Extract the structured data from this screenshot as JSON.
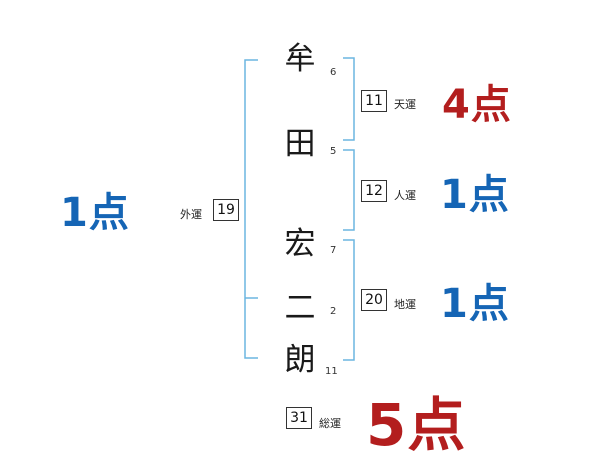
{
  "name_chars": [
    {
      "char": "牟",
      "strokes": "6"
    },
    {
      "char": "田",
      "strokes": "5"
    },
    {
      "char": "宏",
      "strokes": "7"
    },
    {
      "char": "二",
      "strokes": "2"
    },
    {
      "char": "朗",
      "strokes": "11"
    }
  ],
  "fortunes": {
    "ten": {
      "value": "11",
      "label": "天運",
      "score": "4点",
      "color": "#b31e1e"
    },
    "jin": {
      "value": "12",
      "label": "人運",
      "score": "1点",
      "color": "#1565b5"
    },
    "chi": {
      "value": "20",
      "label": "地運",
      "score": "1点",
      "color": "#1565b5"
    },
    "gai": {
      "value": "19",
      "label": "外運",
      "score": "1点",
      "color": "#1565b5"
    },
    "total": {
      "value": "31",
      "label": "総運",
      "score": "5点",
      "color": "#b31e1e"
    }
  },
  "bracket_color": "#6cb6e0"
}
